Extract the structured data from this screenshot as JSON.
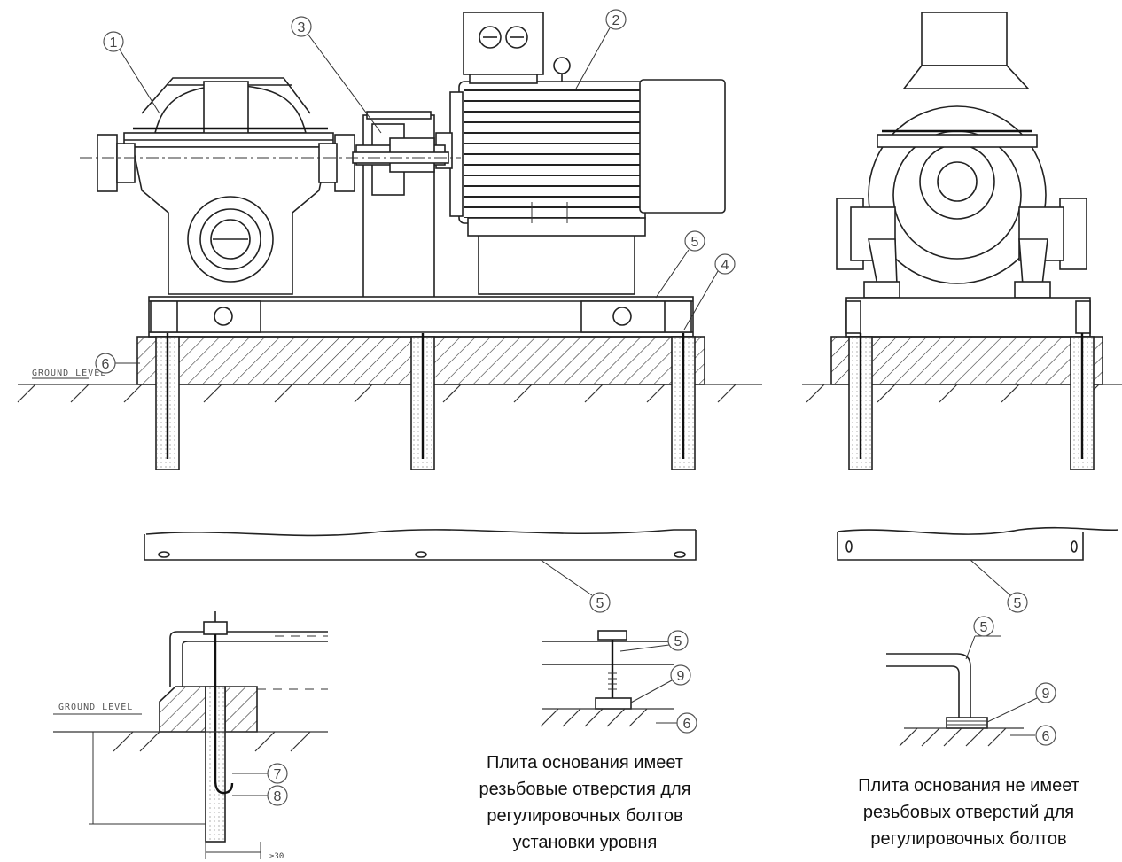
{
  "labels": {
    "ground_level_top": "GROUND LEVEL",
    "ground_level_detail": "GROUND LEVEL",
    "dim_bottom": "≥30"
  },
  "balloons": [
    "1",
    "2",
    "3",
    "4",
    "5",
    "6",
    "7",
    "8",
    "9"
  ],
  "captions": {
    "with_threaded_holes": "Плита основания имеет резьбовые отверстия для регулировочных болтов установки уровня",
    "without_threaded_holes": "Плита основания не имеет резьбовых отверстий для регулировочных болтов"
  }
}
